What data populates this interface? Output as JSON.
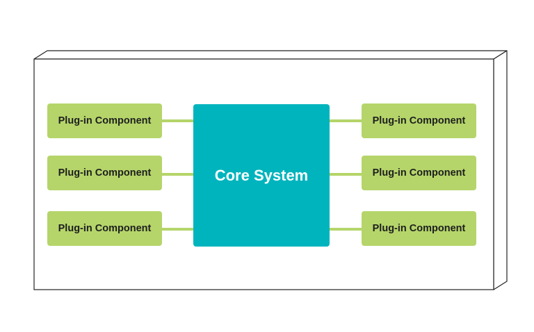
{
  "diagram": {
    "core_label": "Core System",
    "plugins": {
      "left": [
        {
          "label": "Plug-in Component"
        },
        {
          "label": "Plug-in Component"
        },
        {
          "label": "Plug-in Component"
        }
      ],
      "right": [
        {
          "label": "Plug-in Component"
        },
        {
          "label": "Plug-in Component"
        },
        {
          "label": "Plug-in Component"
        }
      ]
    },
    "colors": {
      "plugin_fill": "#b5d56a",
      "core_fill": "#00b4bd",
      "outline": "#222222",
      "background": "#ffffff"
    }
  }
}
